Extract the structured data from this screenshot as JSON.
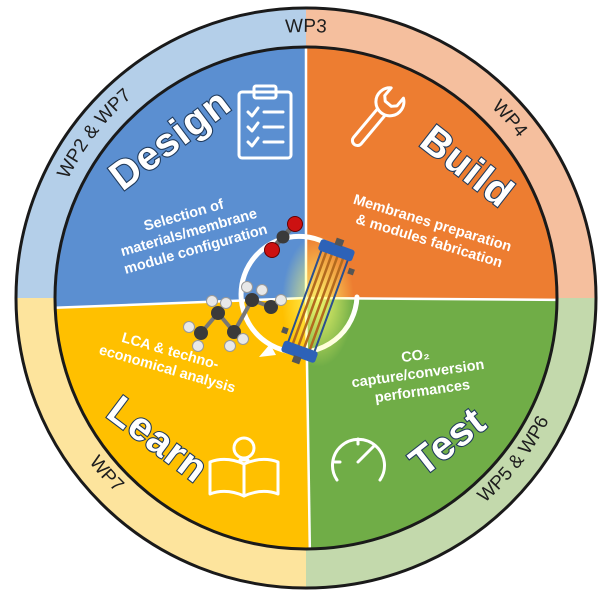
{
  "outer_labels": {
    "top": "WP3",
    "upper_left": "WP2 & WP7",
    "upper_right": "WP4",
    "lower_left": "WP7",
    "lower_right": "WP5 & WP6"
  },
  "sectors": {
    "design": {
      "title": "Design",
      "lines": [
        "Selection of",
        "materials/membrane",
        "module configuration"
      ],
      "icon": "clipboard-checklist-icon",
      "color": "#5b8fd1"
    },
    "build": {
      "title": "Build",
      "lines": [
        "Membranes preparation",
        "& modules fabrication"
      ],
      "icon": "wrench-icon",
      "color": "#ed7d31"
    },
    "test": {
      "title": "Test",
      "co2": "CO₂",
      "lines": [
        "capture/conversion",
        "performances"
      ],
      "icon": "speedometer-icon",
      "color": "#70ad47"
    },
    "learn": {
      "title": "Learn",
      "lines": [
        "LCA & techno-",
        "economical analysis"
      ],
      "icon": "lightbulb-book-icon",
      "color": "#ffc000"
    }
  },
  "ring_colors": {
    "top_left": "#b4cfe9",
    "top_right": "#f5bf9e",
    "bottom_right": "#c3d9ac",
    "bottom_left": "#fde49d"
  }
}
